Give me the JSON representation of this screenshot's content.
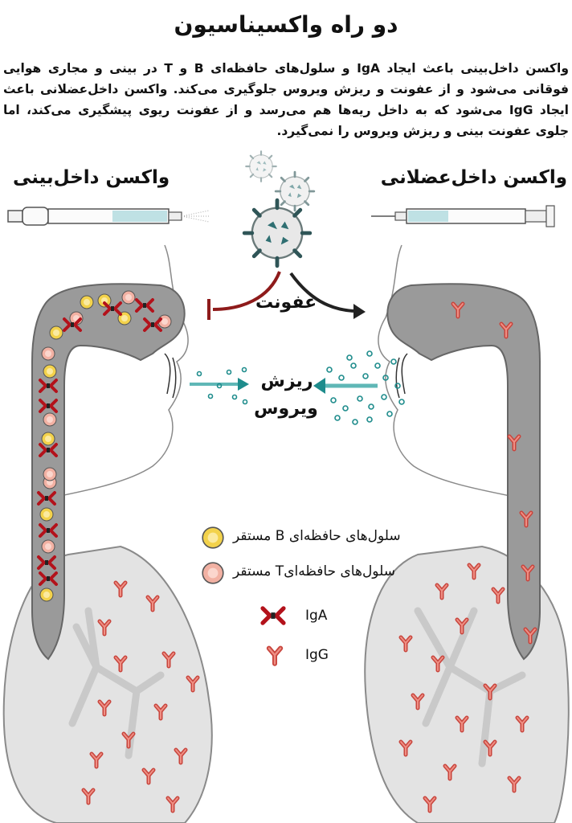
{
  "title": "دو راه واکسیناسیون",
  "intro": "واکسن داخل‌بینی باعث ایجاد IgA و سلول‌های حافظه‌ای B و T در بینی و مجاری هوایی فوقانی می‌شود و از عفونت و ریزش ویروس جلوگیری می‌کند. واکسن داخل‌عضلانی باعث ایجاد IgG می‌شود که به داخل ریه‌ها هم می‌رسد و از عفونت ریوی پیشگیری می‌کند، اما جلوی عفونت بینی و ریزش ویروس را نمی‌گیرد.",
  "left_heading": "واکسن داخل‌بینی",
  "right_heading": "واکسن داخل‌عضلانی",
  "infection_label": "عفونت",
  "shedding_label_1": "ریزش",
  "shedding_label_2": "ویروس",
  "legend": {
    "b_cells": "سلول‌های حافظه‌ای B مستقر",
    "t_cells": "سلول‌های حافظه‌ایT مستقر",
    "iga": "IgA",
    "igg": "IgG"
  },
  "colors": {
    "airway": "#9a9a9a",
    "lung": "#e3e3e3",
    "antibody": "#d95a50",
    "iga_red": "#b3121b",
    "b_cell": "#f3d24b",
    "t_cell": "#f2b1a3",
    "teal": "#1e8c8c",
    "block_red": "#8e1b1b"
  }
}
